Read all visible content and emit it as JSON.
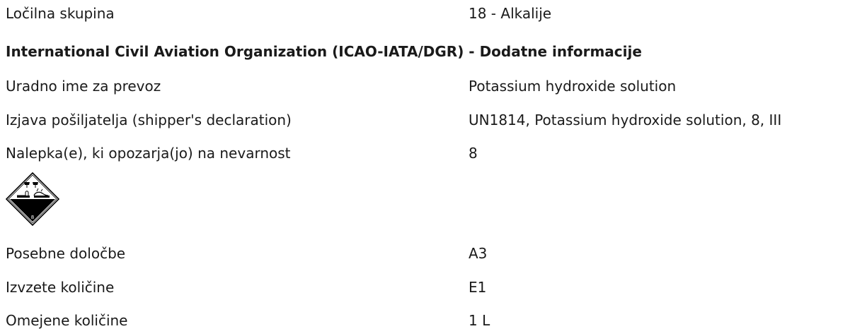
{
  "group_row": {
    "label": "Ločilna skupina",
    "value": "18 - Alkalije"
  },
  "section_heading": "International Civil Aviation Organization (ICAO-IATA/DGR) - Dodatne informacije",
  "rows": [
    {
      "label": "Uradno ime za prevoz",
      "value": "Potassium hydroxide solution"
    },
    {
      "label": "Izjava pošiljatelja (shipper's declaration)",
      "value": "UN1814, Potassium hydroxide solution, 8, III"
    },
    {
      "label": "Nalepka(e), ki opozarja(jo) na nevarnost",
      "value": "8"
    }
  ],
  "pictogram": {
    "icon": "corrosive-class-8-label-icon",
    "class_number": "8",
    "fill_color": "#000000"
  },
  "rows_after": [
    {
      "label": "Posebne določbe",
      "value": "A3"
    },
    {
      "label": "Izvzete količine",
      "value": "E1"
    },
    {
      "label": "Omejene količine",
      "value": "1 L"
    }
  ]
}
